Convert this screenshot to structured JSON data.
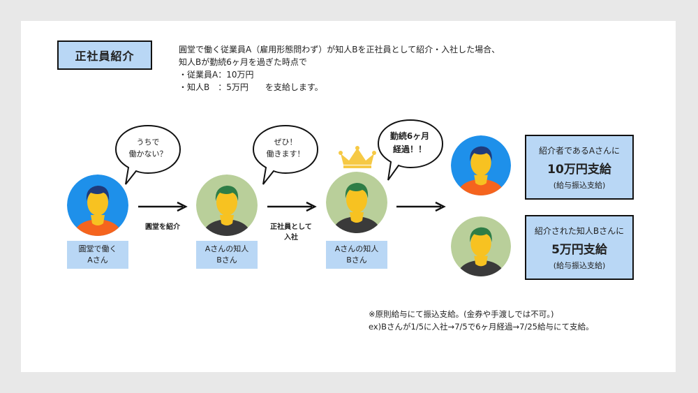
{
  "title": "正社員紹介",
  "description": {
    "line1": "圓堂で働く従業員A（雇用形態問わず）が知人Bを正社員として紹介・入社した場合、",
    "line2": "知人Bが勤続6ヶ月を過ぎた時点で",
    "line3": "・従業員A：10万円",
    "line4": "・知人B　：5万円　　を支給します。"
  },
  "persons": [
    {
      "label1": "圓堂で働く",
      "label2": "Aさん",
      "color": "blue"
    },
    {
      "label1": "Aさんの知人",
      "label2": "Bさん",
      "color": "green"
    },
    {
      "label1": "Aさんの知人",
      "label2": "Bさん",
      "color": "green"
    }
  ],
  "bubbles": [
    {
      "line1": "うちで",
      "line2": "働かない？"
    },
    {
      "line1": "ぜひ！",
      "line2": "働きます！"
    },
    {
      "line1": "勤続6ヶ月",
      "line2": "経過！！"
    }
  ],
  "arrows": [
    {
      "label1": "圓堂を紹介",
      "label2": ""
    },
    {
      "label1": "正社員として",
      "label2": "入社"
    }
  ],
  "results": [
    {
      "line1": "紹介者であるAさんに",
      "line2": "10万円支給",
      "line3": "(給与振込支給)"
    },
    {
      "line1": "紹介された知人Bさんに",
      "line2": "5万円支給",
      "line3": "(給与振込支給)"
    }
  ],
  "notes": {
    "line1": "※原則給与にて振込支給。(金券や手渡しでは不可。)",
    "line2": "ex)Bさんが1/5に入社→7/5で6ヶ月経過→7/25給与にて支給。"
  },
  "colors": {
    "label_bg": "#b9d7f5",
    "avatar_blue_bg": "#1e90ea",
    "avatar_green_bg": "#b9cf9a",
    "hair_blue": "#1f3a7a",
    "hair_green": "#2e7d46",
    "skin": "#f7c221",
    "shirt_orange": "#f5641e",
    "shirt_dark": "#3a3a3a",
    "crown": "#f6c945"
  }
}
